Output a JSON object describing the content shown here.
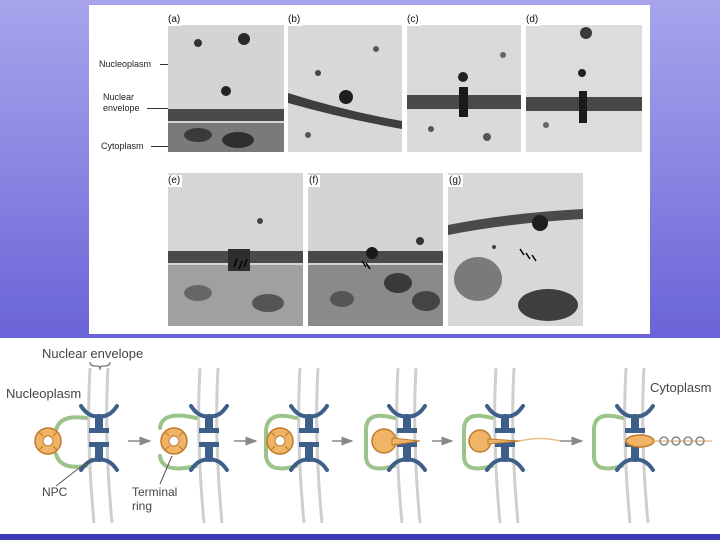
{
  "micrographs": {
    "panel_labels": [
      "(a)",
      "(b)",
      "(c)",
      "(d)",
      "(e)",
      "(f)",
      "(g)"
    ],
    "side_labels": {
      "nucleoplasm": "Nucleoplasm",
      "nuclear_envelope_1": "Nuclear",
      "nuclear_envelope_2": "envelope",
      "cytoplasm": "Cytoplasm"
    }
  },
  "diagram": {
    "nuclear_envelope": "Nuclear envelope",
    "nucleoplasm": "Nucleoplasm",
    "cytoplasm": "Cytoplasm",
    "npc": "NPC",
    "terminal_ring_1": "Terminal",
    "terminal_ring_2": "ring"
  },
  "colors": {
    "background_top": "#a7a4ec",
    "background_bottom": "#5a55d2",
    "npc_blue": "#3d5f8a",
    "basket_green": "#9cc48a",
    "rnp_orange": "#e8a452"
  }
}
